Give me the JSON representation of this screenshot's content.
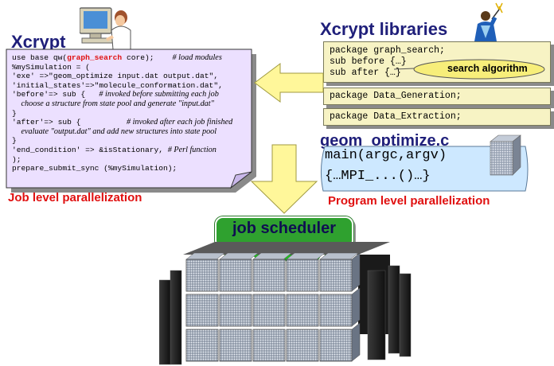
{
  "xcrypt": {
    "title": "Xcrypt",
    "footer": "Job level parallelization",
    "code_lines": [
      {
        "parts": [
          {
            "t": "use base qw("
          },
          {
            "t": "graph_search",
            "k": "kw"
          },
          {
            "t": " core);    "
          },
          {
            "t": "# load modules",
            "k": "c"
          }
        ]
      },
      {
        "parts": [
          {
            "t": "%mySimulation = ("
          }
        ]
      },
      {
        "parts": [
          {
            "t": "'exe' =>\"geom_optimize input.dat output.dat\","
          }
        ]
      },
      {
        "parts": [
          {
            "t": "'initial_states'=>\"molecule_conformation.dat\","
          }
        ]
      },
      {
        "parts": [
          {
            "t": "'before'=> sub {   "
          },
          {
            "t": "# invoked before submitting each job",
            "k": "c"
          }
        ]
      },
      {
        "parts": [
          {
            "t": "  "
          },
          {
            "t": "choose a structure from state pool and generate \"input.dat\"",
            "k": "c"
          }
        ]
      },
      {
        "parts": [
          {
            "t": "}"
          }
        ]
      },
      {
        "parts": [
          {
            "t": "'after'=> sub {          "
          },
          {
            "t": "# invoked after each job finished",
            "k": "c"
          }
        ]
      },
      {
        "parts": [
          {
            "t": "  "
          },
          {
            "t": "evaluate \"output.dat\" and add new structures into state pool",
            "k": "c"
          }
        ]
      },
      {
        "parts": [
          {
            "t": "}"
          }
        ]
      },
      {
        "parts": [
          {
            "t": "'end_condition' => &isStationary, "
          },
          {
            "t": "# Perl function",
            "k": "c"
          }
        ]
      },
      {
        "parts": [
          {
            "t": ");"
          }
        ]
      },
      {
        "parts": [
          {
            "t": "prepare_submit_sync (%mySimulation);"
          }
        ]
      }
    ]
  },
  "libraries": {
    "title": "Xcrypt libraries",
    "graph_search_lines": [
      "package graph_search;",
      "sub before {…}",
      "sub after {…}"
    ],
    "callout": "search algorithm",
    "packages": [
      "package Data_Generation;",
      "package Data_Extraction;"
    ]
  },
  "geom": {
    "title": "geom_optimize.c",
    "line1": "main(argc,argv)",
    "line2": "{…MPI_...()…}",
    "footer": "Program level parallelization"
  },
  "scheduler": {
    "label": "job scheduler"
  },
  "colors": {
    "title_blue": "#1f1f7a",
    "footer_red": "#e01010",
    "note_purple": "#ece0ff",
    "package_yellow": "#f7f3c4",
    "arrow_yellow": "#fff79a",
    "scheduler_green": "#2fa12f",
    "geom_blue": "#cde8ff"
  }
}
